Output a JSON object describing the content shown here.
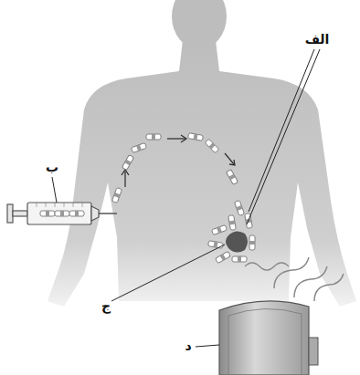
{
  "diagram": {
    "labels": [
      "الف",
      "ب",
      "ج",
      "د"
    ]
  }
}
